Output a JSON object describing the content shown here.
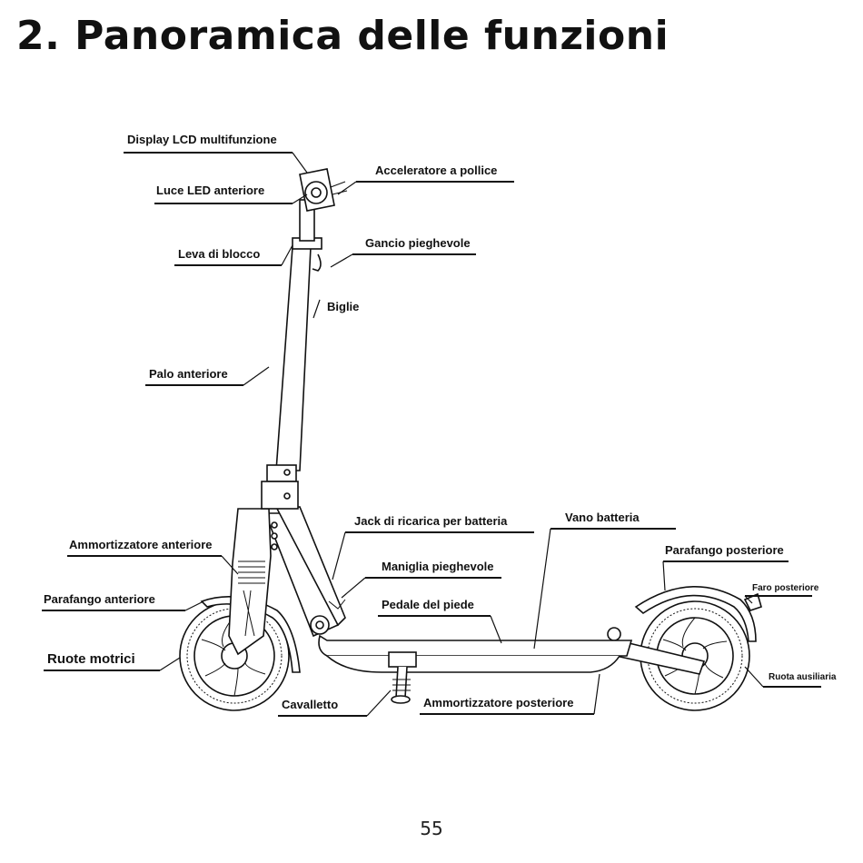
{
  "title": "2. Panoramica delle funzioni",
  "page_number": "55",
  "labels": {
    "display": "Display LCD multifunzione",
    "acceleratore": "Acceleratore a pollice",
    "luce_led": "Luce LED anteriore",
    "leva": "Leva di blocco",
    "gancio": "Gancio pieghevole",
    "biglie": "Biglie",
    "palo": "Palo anteriore",
    "jack": "Jack di ricarica per batteria",
    "vano": "Vano batteria",
    "ammortizzatore_ant": "Ammortizzatore anteriore",
    "maniglia": "Maniglia pieghevole",
    "parafango_post": "Parafango posteriore",
    "faro_post": "Faro posteriore",
    "parafango_ant": "Parafango anteriore",
    "pedale": "Pedale del piede",
    "ruote_motrici": "Ruote motrici",
    "ruota_aus": "Ruota ausiliaria",
    "cavalletto": "Cavalletto",
    "ammortizzatore_post": "Ammortizzatore posteriore"
  }
}
